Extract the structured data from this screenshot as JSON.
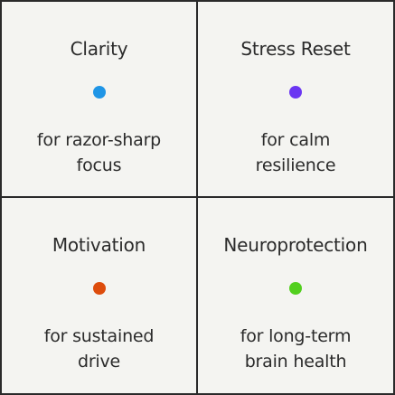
{
  "cards": [
    {
      "title": "Clarity",
      "dot_color": "#1f95e6",
      "line1": "for razor-sharp",
      "line2": "focus"
    },
    {
      "title": "Stress Reset",
      "dot_color": "#6b36f2",
      "line1": "for calm",
      "line2": "resilience"
    },
    {
      "title": "Motivation",
      "dot_color": "#dd4c0c",
      "line1": "for sustained",
      "line2": "drive"
    },
    {
      "title": "Neuroprotection",
      "dot_color": "#52cf1e",
      "line1": "for long-term",
      "line2": "brain health"
    }
  ]
}
